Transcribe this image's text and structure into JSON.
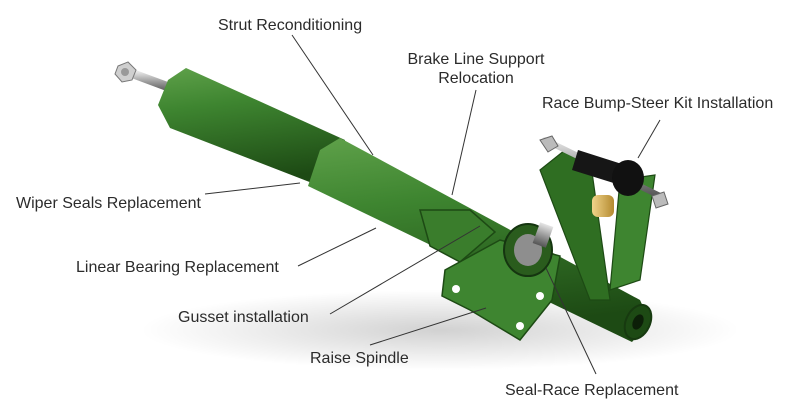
{
  "labels": {
    "strut_reconditioning": "Strut Reconditioning",
    "brake_line_line1": "Brake Line Support",
    "brake_line_line2": "Relocation",
    "race_bump_steer": "Race Bump-Steer Kit Installation",
    "wiper_seals": "Wiper Seals Replacement",
    "linear_bearing": "Linear Bearing Replacement",
    "gusset": "Gusset installation",
    "raise_spindle": "Raise Spindle",
    "seal_race": "Seal-Race Replacement"
  },
  "colors": {
    "strut_green": "#2f6e22",
    "strut_highlight": "#5fa14a",
    "strut_shadow": "#1d4a14",
    "steel": "#b8b8b8",
    "brass": "#d8b25a",
    "leader_line": "#333333"
  }
}
